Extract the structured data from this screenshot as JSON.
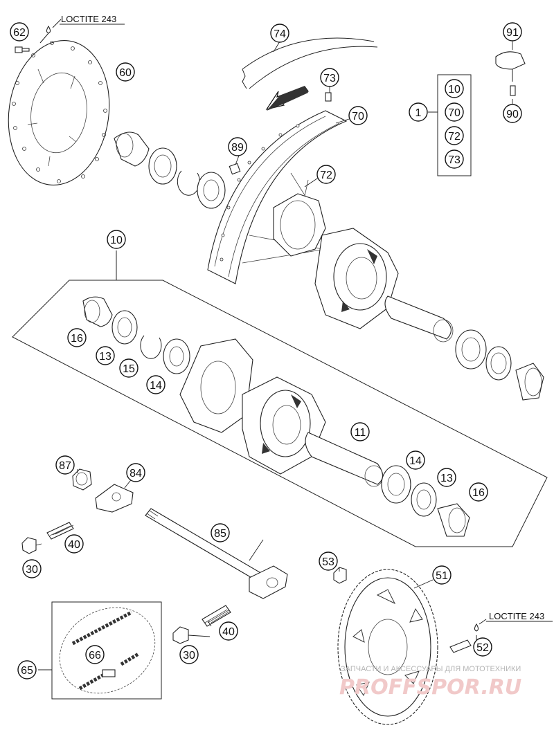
{
  "notes": {
    "loctite_top": "LOCTITE 243",
    "loctite_bottom": "LOCTITE 243"
  },
  "labels": {
    "p62": "62",
    "p60": "60",
    "p74": "74",
    "p73a": "73",
    "p70a": "70",
    "p89": "89",
    "p72a": "72",
    "p91": "91",
    "p90": "90",
    "p1": "1",
    "g10": "10",
    "g70": "70",
    "g72": "72",
    "g73": "73",
    "p10": "10",
    "p16a": "16",
    "p13a": "13",
    "p15": "15",
    "p14a": "14",
    "p11": "11",
    "p14b": "14",
    "p13b": "13",
    "p16b": "16",
    "p87": "87",
    "p84": "84",
    "p85": "85",
    "p40a": "40",
    "p30a": "30",
    "p53": "53",
    "p51": "51",
    "p52": "52",
    "p40b": "40",
    "p30b": "30",
    "p66": "66",
    "p65": "65"
  },
  "watermark": {
    "line1": "ЗАПЧАСТИ И АКСЕССУАРЫ ДЛЯ МОТОТЕХНИКИ",
    "line2": "PROFFSPOR.RU"
  },
  "icons": [
    "loctite-drop-icon",
    "rotation-arrow-icon"
  ]
}
